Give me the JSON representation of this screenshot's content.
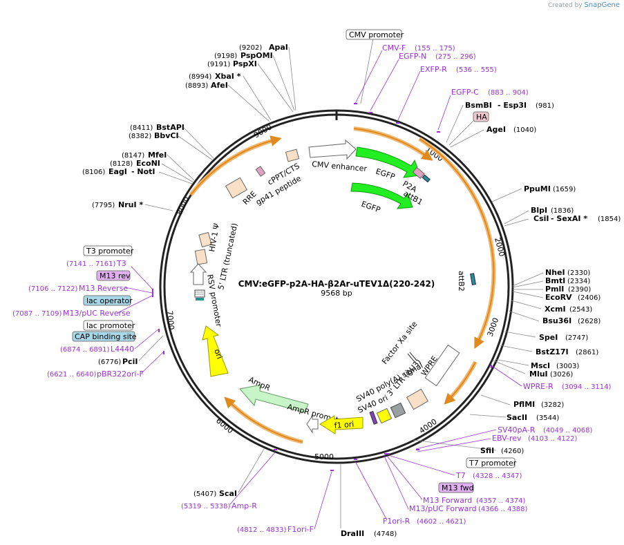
{
  "credit": {
    "prefix": "Created by",
    "brand": "SnapGene"
  },
  "plasmid": {
    "name": "CMV:eGFP-p2A-HA-β2Ar-uTEV1Δ(220-242)",
    "size": "9568 bp"
  },
  "ticks": [
    "1000",
    "2000",
    "3000",
    "4000",
    "5000",
    "6000",
    "7000",
    "8000",
    "9000"
  ],
  "features": {
    "cmv_enhancer": "CMV enhancer",
    "egfp_top": "EGFP",
    "egfp_bottom": "EGFP",
    "p2a": "P2A",
    "attb1": "attB1",
    "attb2": "attB2",
    "rre": "RRE",
    "gp41": "gp41 peptide",
    "cppt": "cPPT/CTS",
    "hiv": "HIV-1 Ψ",
    "ltr5": "5' LTR (truncated)",
    "rsv": "RSV promoter",
    "ori": "ori",
    "ampr": "AmpR",
    "ampr_prom": "AmpR promoter",
    "f1ori": "f1 ori",
    "sv40ori": "SV40 ori",
    "sv40pa": "SV40 poly(A) signal",
    "ltr3": "3' LTR (ΔU3)",
    "wpre": "WPRE",
    "factorxa": "Factor Xa site"
  },
  "boxed": {
    "cmv_promoter": "CMV promoter",
    "ha": "HA",
    "t3_promoter": "T3 promoter",
    "m13_rev": "M13 rev",
    "lac_operator": "lac operator",
    "lac_promoter": "lac promoter",
    "cap_site": "CAP binding site",
    "t7_promoter": "T7 promoter",
    "m13_fwd": "M13 fwd"
  },
  "enzymes": {
    "apai": {
      "name": "ApaI",
      "pos": "(9202)"
    },
    "pspomi": {
      "name": "PspOMI",
      "pos": "(9198)"
    },
    "pspxi": {
      "name": "PspXI",
      "pos": "(9191)"
    },
    "xbai": {
      "name": "XbaI *",
      "pos": "(8994)"
    },
    "afei": {
      "name": "AfeI",
      "pos": "(8893)"
    },
    "bstapi": {
      "name": "BstAPI",
      "pos": "(8411)"
    },
    "bbvci": {
      "name": "BbvCI",
      "pos": "(8382)"
    },
    "mfei": {
      "name": "MfeI",
      "pos": "(8147)"
    },
    "econi": {
      "name": "EcoNI",
      "pos": "(8128)"
    },
    "eagi": {
      "name": "EagI",
      "name2": "- NotI",
      "pos": "(8106)"
    },
    "nrui": {
      "name": "NruI *",
      "pos": "(7795)"
    },
    "pcii": {
      "name": "PciI",
      "pos": "(6776)"
    },
    "scai": {
      "name": "ScaI",
      "pos": "(5407)"
    },
    "draiii": {
      "name": "DraIII",
      "pos": "(4748)"
    },
    "sfii": {
      "name": "SfiI",
      "pos": "(4260)"
    },
    "sacii": {
      "name": "SacII",
      "pos": "(3544)"
    },
    "pflmi": {
      "name": "PflMI",
      "pos": "(3282)"
    },
    "mlui": {
      "name": "MluI",
      "pos": "(3026)"
    },
    "msci": {
      "name": "MscI",
      "pos": "(3003)"
    },
    "bstz17i": {
      "name": "BstZ17I",
      "pos": "(2861)"
    },
    "spei": {
      "name": "SpeI",
      "pos": "(2747)"
    },
    "bsu36i": {
      "name": "Bsu36I",
      "pos": "(2628)"
    },
    "xcmi": {
      "name": "XcmI",
      "pos": "(2543)"
    },
    "ecorv": {
      "name": "EcoRV",
      "pos": "(2406)"
    },
    "pmli": {
      "name": "PmlI",
      "pos": "(2390)"
    },
    "bmti": {
      "name": "BmtI",
      "pos": "(2334)"
    },
    "nhei": {
      "name": "NheI",
      "pos": "(2330)"
    },
    "csii": {
      "name": "CsiI",
      "name2": "- SexAI *",
      "pos": "(1854)"
    },
    "blpi": {
      "name": "BlpI",
      "pos": "(1836)"
    },
    "ppumi": {
      "name": "PpuMI",
      "pos": "(1659)"
    },
    "agei": {
      "name": "AgeI",
      "pos": "(1040)"
    },
    "bsmbi": {
      "name": "BsmBI",
      "name2": "- Esp3I",
      "pos": "(981)"
    }
  },
  "primers": {
    "cmvf": {
      "name": "CMV-F",
      "pos": "(155 .. 175)"
    },
    "egfpn": {
      "name": "EGFP-N",
      "pos": "(275 .. 296)"
    },
    "exfpr": {
      "name": "EXFP-R",
      "pos": "(536 .. 555)"
    },
    "egfpc": {
      "name": "EGFP-C",
      "pos": "(883 .. 904)"
    },
    "t3": {
      "name": "T3",
      "pos": "(7141 .. 7161)"
    },
    "m13reverse": {
      "name": "M13 Reverse",
      "pos": "(7106 .. 7122)"
    },
    "m13puc_rev": {
      "name": "M13/pUC Reverse",
      "pos": "(7087 .. 7109)"
    },
    "l4440": {
      "name": "L4440",
      "pos": "(6874 .. 6891)"
    },
    "pbr322": {
      "name": "pBR322ori-F",
      "pos": "(6621 .. 6640)"
    },
    "ampr_r": {
      "name": "Amp-R",
      "pos": "(5319 .. 5338)"
    },
    "f1orif": {
      "name": "F1ori-F",
      "pos": "(4812 .. 4833)"
    },
    "f1orir": {
      "name": "F1ori-R",
      "pos": "(4602 .. 4621)"
    },
    "m13puc_fwd": {
      "name": "M13/pUC Forward",
      "pos": "(4366 .. 4388)"
    },
    "m13forward": {
      "name": "M13 Forward",
      "pos": "(4357 .. 4374)"
    },
    "t7": {
      "name": "T7",
      "pos": "(4328 .. 4347)"
    },
    "ebvrev": {
      "name": "EBV-rev",
      "pos": "(4103 .. 4122)"
    },
    "sv40par": {
      "name": "SV40pA-R",
      "pos": "(4049 .. 4068)"
    },
    "wprer": {
      "name": "WPRE-R",
      "pos": "(3094 .. 3114)"
    }
  },
  "colors": {
    "egfp": "#22ee22",
    "orf": "#f0b870",
    "orange": "#e08a1e",
    "ampr": "#c8f5c8",
    "f1": "#ffff00",
    "primer": "#9b30d9",
    "ltr": "#fbe0c8",
    "boxblue": "#a8d8e8",
    "boxpurple": "#e0b0f0",
    "hapink": "#f0c8d0"
  }
}
